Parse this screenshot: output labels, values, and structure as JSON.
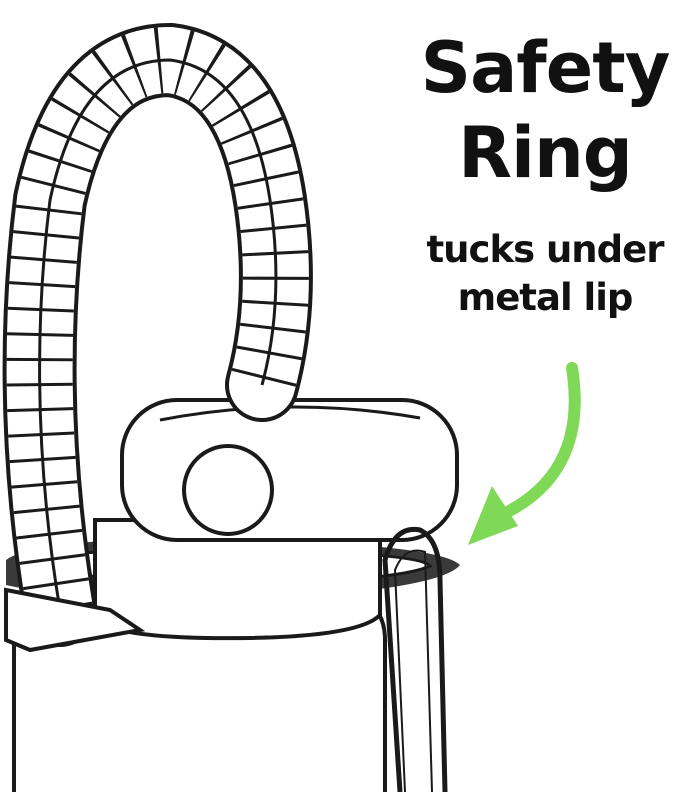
{
  "heading": {
    "line1": "Safety",
    "line2": "Ring"
  },
  "caption": {
    "line1": "tucks under",
    "line2": "metal lip"
  },
  "colors": {
    "arrow": "#7fd957",
    "ring": "#3a3a3a",
    "outline": "#1a1a1a"
  }
}
